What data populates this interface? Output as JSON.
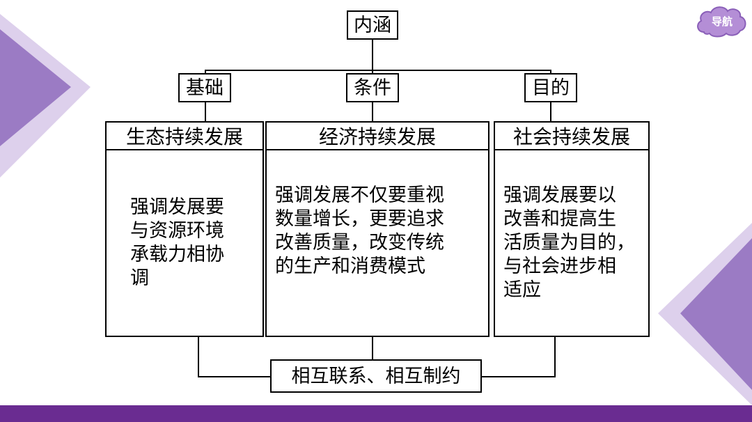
{
  "colors": {
    "accent": "#6a2c91",
    "deco_light": "#cdbde3",
    "deco_mid": "#9b7bc4",
    "nav": "#b48ed6"
  },
  "nav": {
    "label": "导航",
    "icon": "cloud-icon"
  },
  "diagram": {
    "root": "内涵",
    "level2": [
      "基础",
      "条件",
      "目的"
    ],
    "columns": [
      {
        "title": "生态持续发展",
        "lines": [
          "强调发展要",
          "与资源环境",
          "承载力相协",
          "调"
        ]
      },
      {
        "title": "经济持续发展",
        "lines": [
          "强调发展不仅要重视",
          "数量增长，更要追求",
          "改善质量，改变传统",
          "的生产和消费模式"
        ]
      },
      {
        "title": "社会持续发展",
        "lines": [
          "强调发展要以",
          "改善和提高生",
          "活质量为目的，",
          "与社会进步相",
          "适应"
        ]
      }
    ],
    "bottom": "相互联系、相互制约"
  }
}
